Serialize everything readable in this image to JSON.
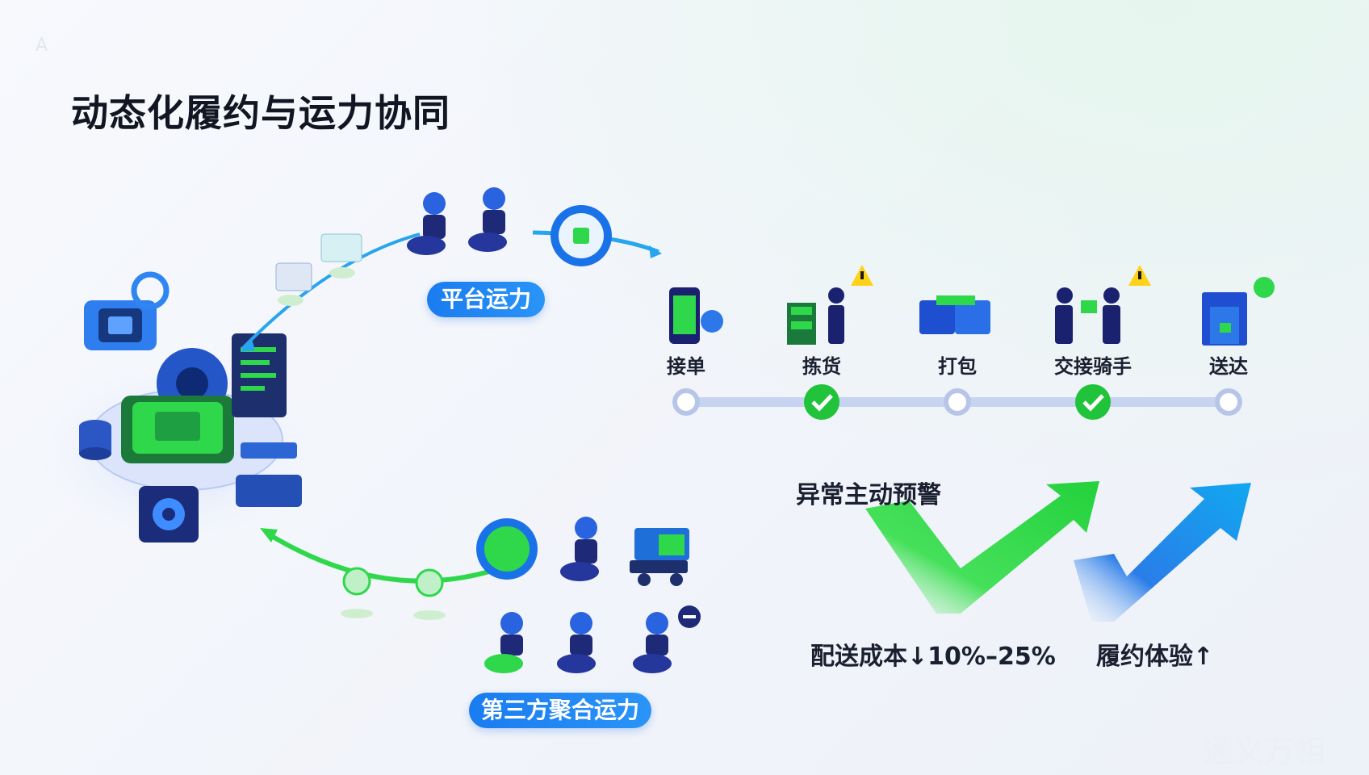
{
  "corner_mark": "A",
  "title": "动态化履约与运力协同",
  "platform_capacity": {
    "label": "平台运力"
  },
  "third_party_capacity": {
    "label": "第三方聚合运力"
  },
  "process_steps": [
    {
      "label": "接单",
      "icon": "phone-order-icon",
      "status": "pending"
    },
    {
      "label": "拣货",
      "icon": "picker-shelf-icon",
      "status": "done",
      "alert": true
    },
    {
      "label": "打包",
      "icon": "package-boxes-icon",
      "status": "pending"
    },
    {
      "label": "交接骑手",
      "icon": "handover-icon",
      "status": "done",
      "alert": true
    },
    {
      "label": "送达",
      "icon": "store-door-icon",
      "status": "pending",
      "smile": true
    }
  ],
  "warning_label": "异常主动预警",
  "metrics": {
    "cost": "配送成本↓10%–25%",
    "experience": "履约体验↑"
  },
  "watermark": "通义万相",
  "colors": {
    "primary_blue": "#1a7cf0",
    "accent_green": "#2ed84a",
    "navy": "#1f2b8c",
    "warning_yellow": "#ffd21a"
  }
}
